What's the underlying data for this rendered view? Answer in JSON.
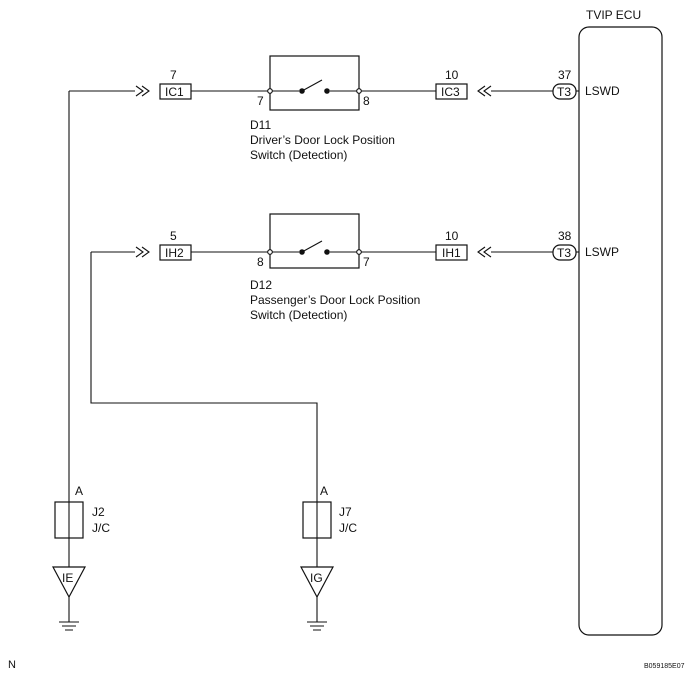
{
  "ecu": {
    "title": "TVIP ECU",
    "pins": [
      {
        "connector": "T3",
        "number": "37",
        "signal": "LSWD"
      },
      {
        "connector": "T3",
        "number": "38",
        "signal": "LSWP"
      }
    ]
  },
  "switches": [
    {
      "id": "D11",
      "name_line1": "Driver’s Door Lock Position",
      "name_line2": "Switch (Detection)",
      "pin_left": "7",
      "pin_right": "8"
    },
    {
      "id": "D12",
      "name_line1": "Passenger’s Door Lock Position",
      "name_line2": "Switch (Detection)",
      "pin_left": "8",
      "pin_right": "7"
    }
  ],
  "connectors": [
    {
      "code": "IC1",
      "number": "7"
    },
    {
      "code": "IC3",
      "number": "10"
    },
    {
      "code": "IH2",
      "number": "5"
    },
    {
      "code": "IH1",
      "number": "10"
    }
  ],
  "junctions": [
    {
      "id": "J2",
      "type": "J/C",
      "terminal": "A",
      "ground": "IE"
    },
    {
      "id": "J7",
      "type": "J/C",
      "terminal": "A",
      "ground": "IG"
    }
  ],
  "footer": {
    "left_code": "N",
    "figure_id": "B059185E07"
  }
}
